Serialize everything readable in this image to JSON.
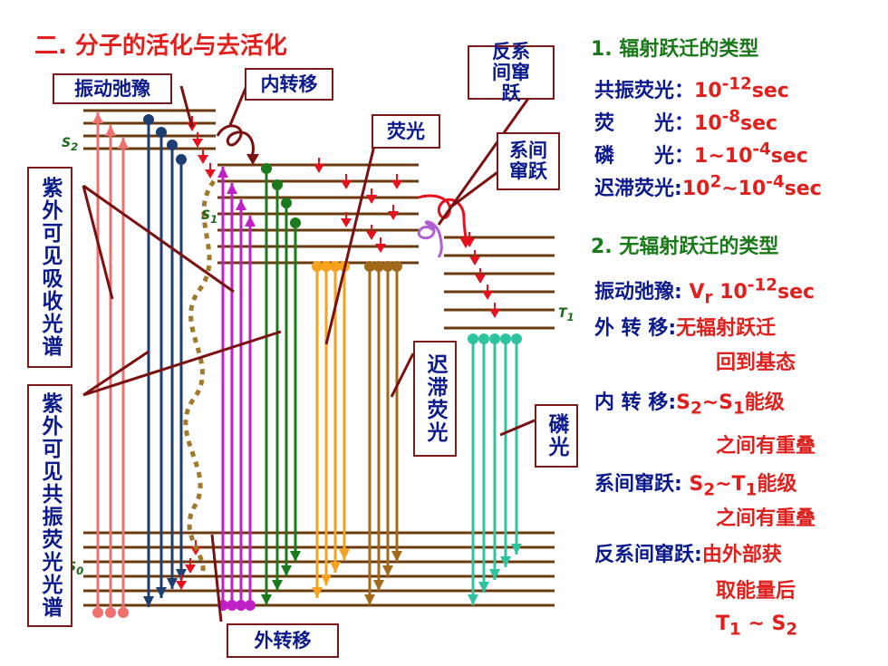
{
  "title": "二. 分子的活化与去活化",
  "labels": {
    "vib_relax": "振动弛豫",
    "internal_conv": "内转移",
    "reverse_isc": "反系间窜跃",
    "fluorescence": "荧光",
    "isc": "系间窜跃",
    "uv_absorption": "紫外可见吸收光谱",
    "uv_resonance": "紫外可见共振荧光光谱",
    "delayed_fluor": "迟滞荧光",
    "phosphorescence": "磷光",
    "external_conv": "外转移"
  },
  "levels": {
    "s2": "S",
    "s2_sub": "2",
    "s1": "S",
    "s1_sub": "1",
    "t1": "T",
    "t1_sub": "1",
    "s0": "S",
    "s0_sub": "0"
  },
  "radiative": {
    "heading": "1. 辐射跃迁的类型",
    "rows": [
      {
        "label": "共振荧光：",
        "value": "10",
        "exp": "-12",
        "unit": "sec",
        "tail": ""
      },
      {
        "label": "荧　　光：",
        "value": "10",
        "exp": "-8",
        "unit": "sec",
        "tail": ""
      },
      {
        "label": "磷　　光：",
        "value": "1~10",
        "exp": "-4",
        "unit": "sec",
        "tail": ""
      },
      {
        "label": "迟滞荧光:",
        "value": "10",
        "exp": "2",
        "unit": "",
        "tail": "~10",
        "exp2": "-4",
        "unit2": "sec"
      }
    ]
  },
  "nonradiative": {
    "heading": "2. 无辐射跃迁的类型",
    "vib": {
      "label": "振动弛豫:",
      "v": "V",
      "v_sub": "r",
      "value": "10",
      "exp": "-12",
      "unit": "sec"
    },
    "ext": {
      "label": "外 转 移:",
      "line1": "无辐射跃迁",
      "line2": "回到基态"
    },
    "int": {
      "label": "内 转 移:",
      "s_a": "S",
      "s_a_sub": "2",
      "s_b": "~S",
      "s_b_sub": "1",
      "tail": "能级",
      "line2": "之间有重叠"
    },
    "isc": {
      "label": "系间窜跃:",
      "s_a": "S",
      "s_a_sub": "2",
      "s_b": "~T",
      "s_b_sub": "1",
      "tail": "能级",
      "line2": "之间有重叠"
    },
    "risc": {
      "label": "反系间窜跃:",
      "line1": "由外部获",
      "line2": "取能量后",
      "t": "T",
      "t_sub": "1",
      "mid": " ~ ",
      "s": "S",
      "s_sub": "2"
    }
  },
  "colors": {
    "title": "#e0201c",
    "heading": "#1a7a1a",
    "label": "#0a1a8c",
    "value": "#e0201c",
    "level": "#6b3b0f"
  }
}
